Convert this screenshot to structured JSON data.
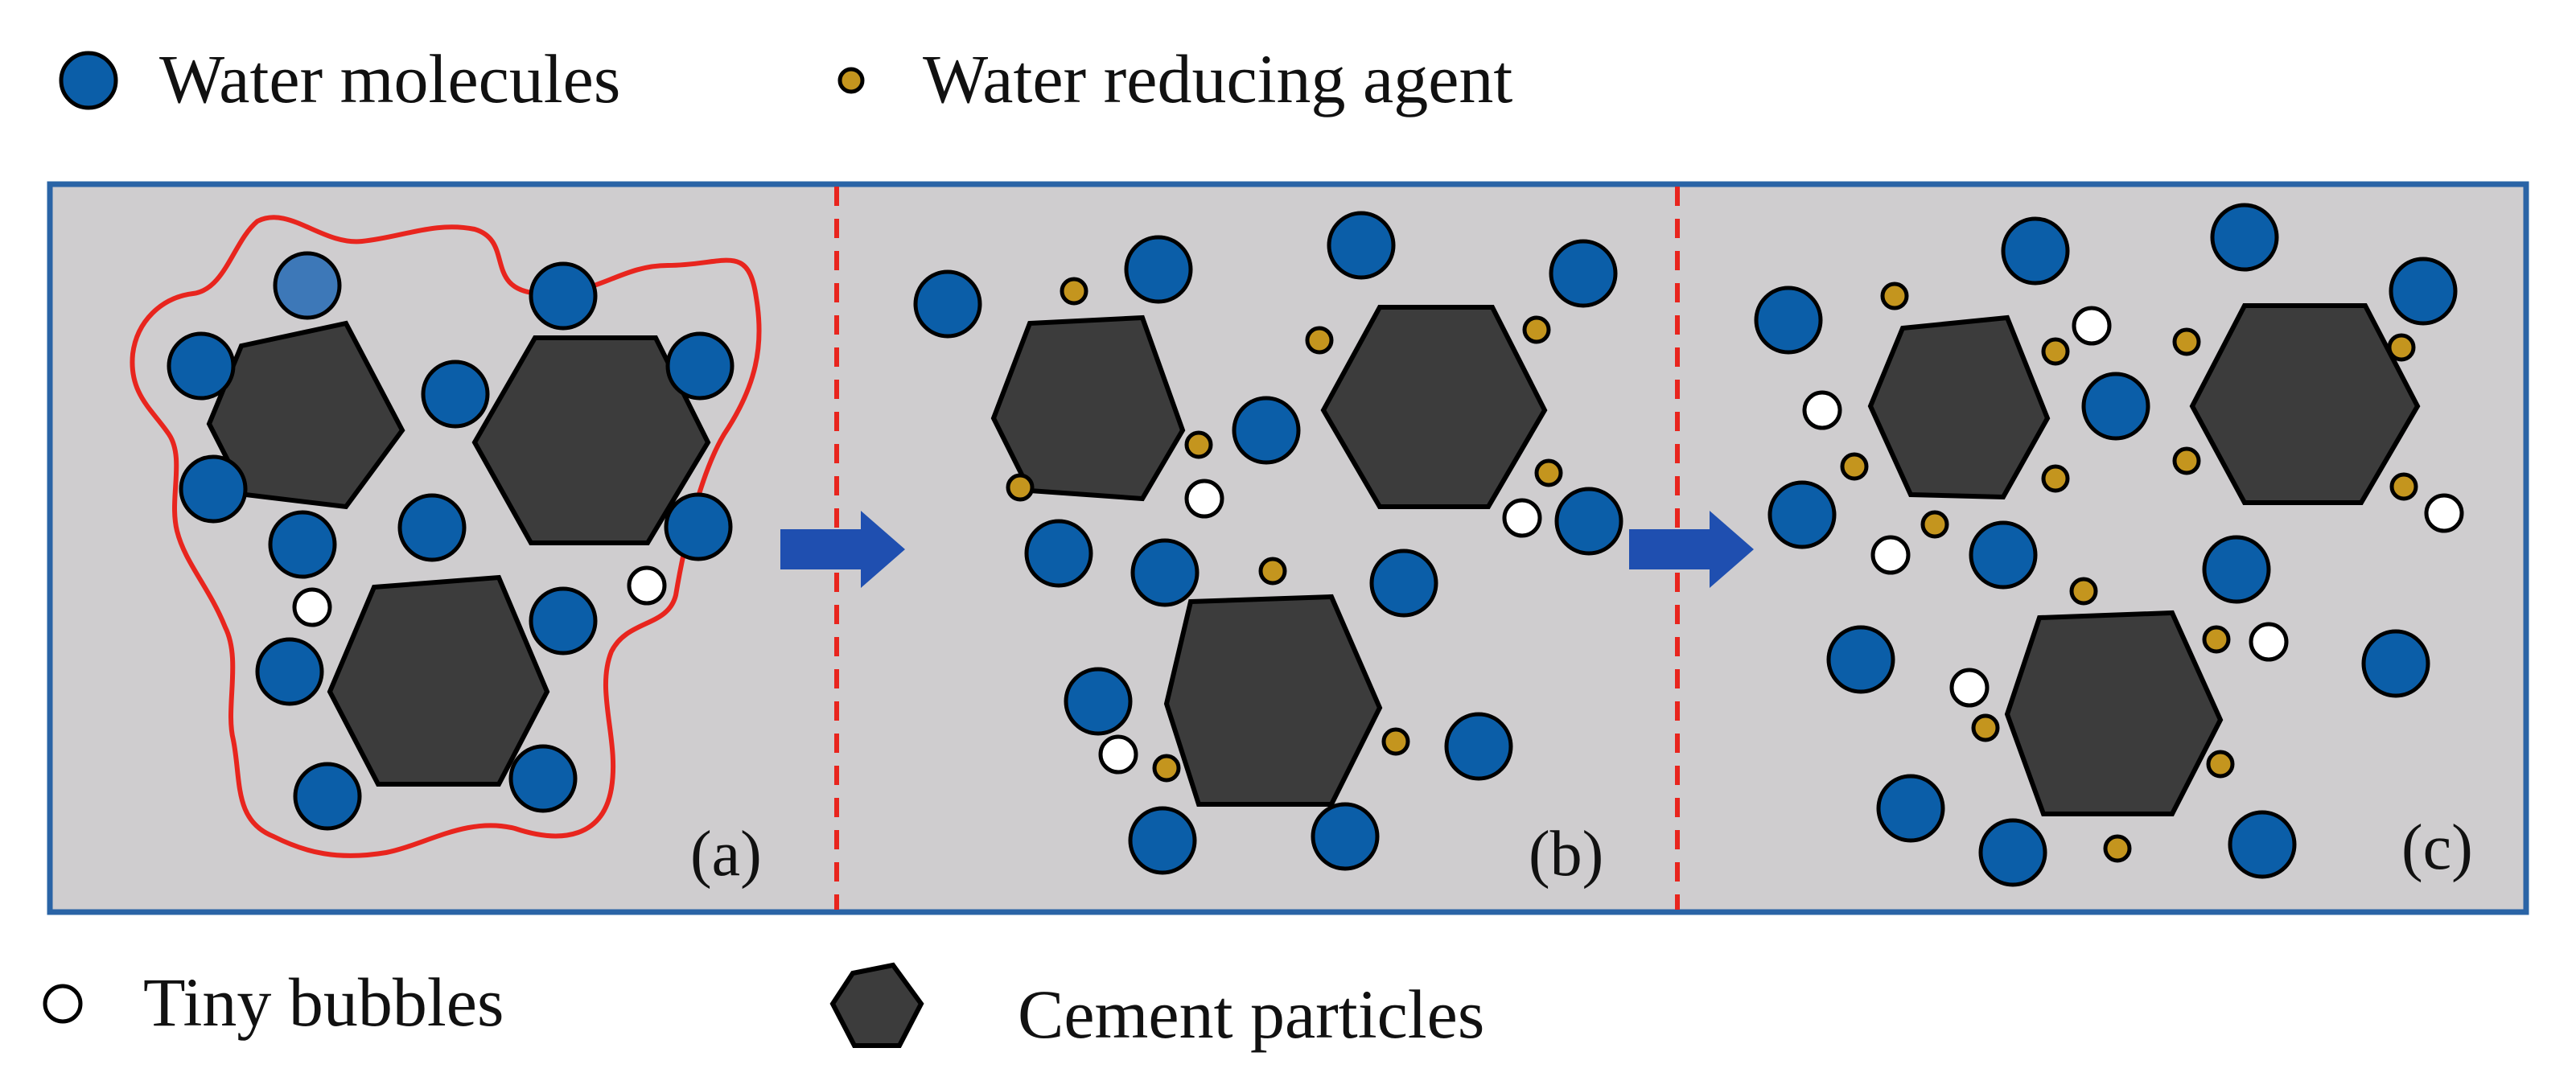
{
  "legend": {
    "water_molecules": "Water molecules",
    "water_reducing_agent": "Water reducing agent",
    "tiny_bubbles": "Tiny bubbles",
    "cement_particles": "Cement particles"
  },
  "panels": {
    "a": {
      "label": "(a)"
    },
    "b": {
      "label": "(b)"
    },
    "c": {
      "label": "(c)"
    }
  },
  "colors": {
    "water": "#0b5ea8",
    "water_light": "#3d78b8",
    "agent": "#c4951e",
    "bubble": "#ffffff",
    "cement": "#3c3c3c",
    "background": "#cfcdcf",
    "frame": "#2a64a6",
    "boundary": "#e8251e",
    "divider": "#e8251e",
    "arrow": "#1f4fb0"
  }
}
